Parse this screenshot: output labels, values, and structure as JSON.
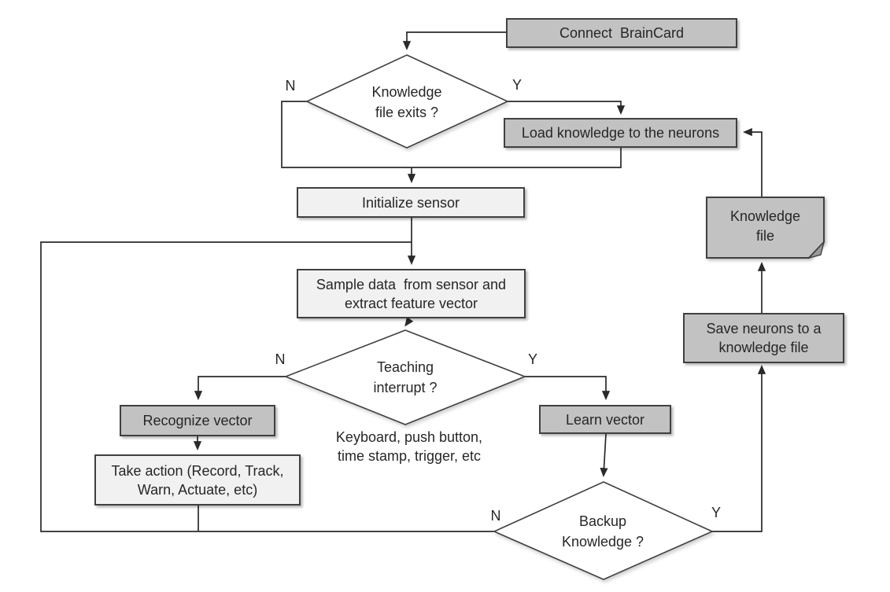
{
  "colors": {
    "background": "#ffffff",
    "process_gray_fill": "#c2c2c2",
    "process_light_fill": "#f1f1f1",
    "shape_border": "#404040",
    "connector": "#2a2a2a",
    "text": "#262626",
    "decision_fill": "#ffffff",
    "doc_fold_fill": "#9a9a9a"
  },
  "nodes": {
    "connect_braincard": {
      "label": "Connect  BrainCard"
    },
    "knowledge_file_exists": {
      "label": "Knowledge\nfile exits ?",
      "branch_left": "N",
      "branch_right": "Y"
    },
    "load_knowledge": {
      "label": "Load knowledge to the neurons"
    },
    "initialize_sensor": {
      "label": "Initialize sensor"
    },
    "sample_data": {
      "label": "Sample data  from sensor and\nextract feature vector"
    },
    "teaching_interrupt": {
      "label": "Teaching\ninterrupt ?",
      "branch_left": "N",
      "branch_right": "Y"
    },
    "recognize_vector": {
      "label": "Recognize vector"
    },
    "take_action": {
      "label": "Take action (Record, Track,\nWarn, Actuate, etc)"
    },
    "learn_vector": {
      "label": "Learn vector"
    },
    "backup_knowledge": {
      "label": "Backup\nKnowledge ?",
      "branch_left": "N",
      "branch_right": "Y"
    },
    "save_neurons": {
      "label": "Save neurons to a\nknowledge file"
    },
    "knowledge_file": {
      "label": "Knowledge\nfile"
    }
  },
  "annotations": {
    "teaching_interrupt_sources": "Keyboard, push button,\ntime stamp, trigger, etc"
  }
}
